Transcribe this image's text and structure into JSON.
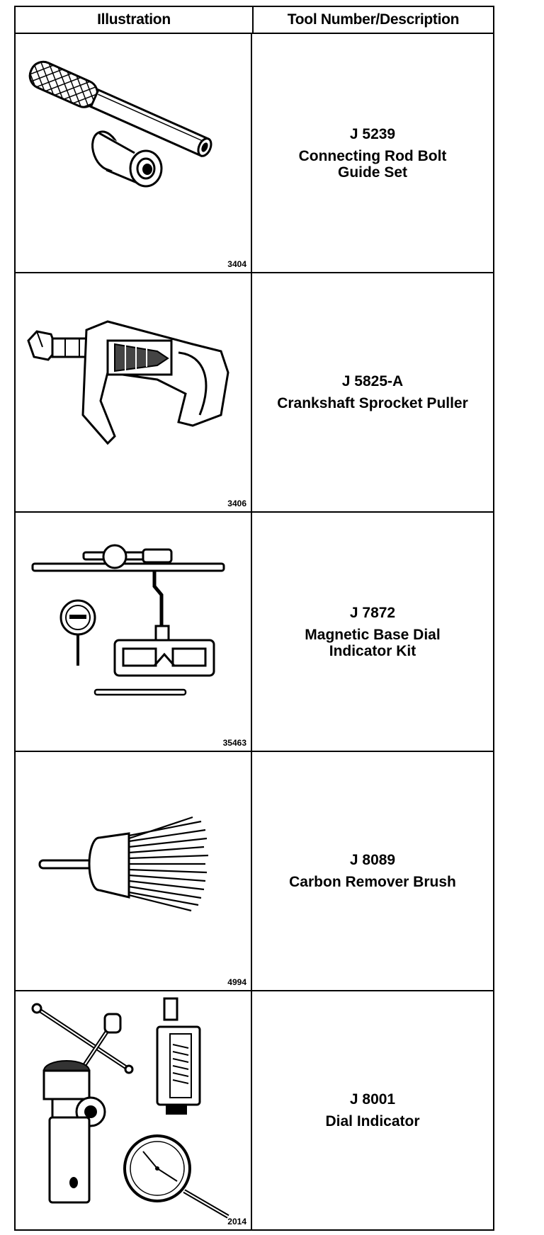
{
  "table": {
    "header": {
      "illustration": "Illustration",
      "description": "Tool Number/Description"
    },
    "rows": [
      {
        "figure": "3404",
        "tool_number": "J 5239",
        "description": "Connecting Rod Bolt\nGuide Set",
        "icon": "connecting-rod-bolt-guide-icon"
      },
      {
        "figure": "3406",
        "tool_number": "J 5825-A",
        "description": "Crankshaft Sprocket Puller",
        "icon": "sprocket-puller-icon"
      },
      {
        "figure": "35463",
        "tool_number": "J 7872",
        "description": "Magnetic Base Dial\nIndicator Kit",
        "icon": "magnetic-base-dial-kit-icon"
      },
      {
        "figure": "4994",
        "tool_number": "J 8089",
        "description": "Carbon Remover Brush",
        "icon": "carbon-brush-icon"
      },
      {
        "figure": "2014",
        "tool_number": "J 8001",
        "description": "Dial Indicator",
        "icon": "dial-indicator-icon"
      }
    ]
  }
}
